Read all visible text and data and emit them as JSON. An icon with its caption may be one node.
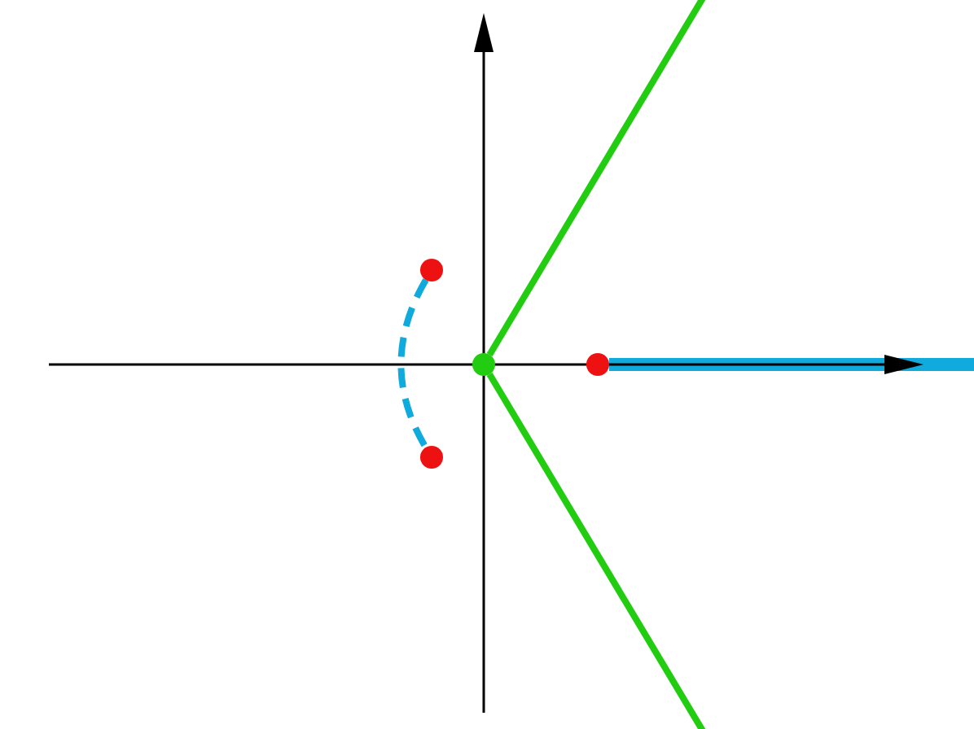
{
  "diagram": {
    "nodes": [
      {
        "text": [],
        "shape": "circle"
      },
      {
        "text": [],
        "shape": "circle"
      },
      {
        "text": [],
        "shape": "circle"
      },
      {
        "text": [],
        "shape": "circle"
      }
    ],
    "edges": [
      {
        "from": 0,
        "to": 1,
        "arrow": "none",
        "style": "dashed",
        "color": "#11aadd"
      },
      {
        "from": 2,
        "to": null,
        "arrow": "none",
        "color": "#22cc11"
      },
      {
        "from": 2,
        "to": null,
        "arrow": "none",
        "color": "#22cc11"
      },
      {
        "from": 3,
        "to": null,
        "arrow": "none",
        "style": "thick",
        "color": "#11aadd"
      }
    ]
  }
}
